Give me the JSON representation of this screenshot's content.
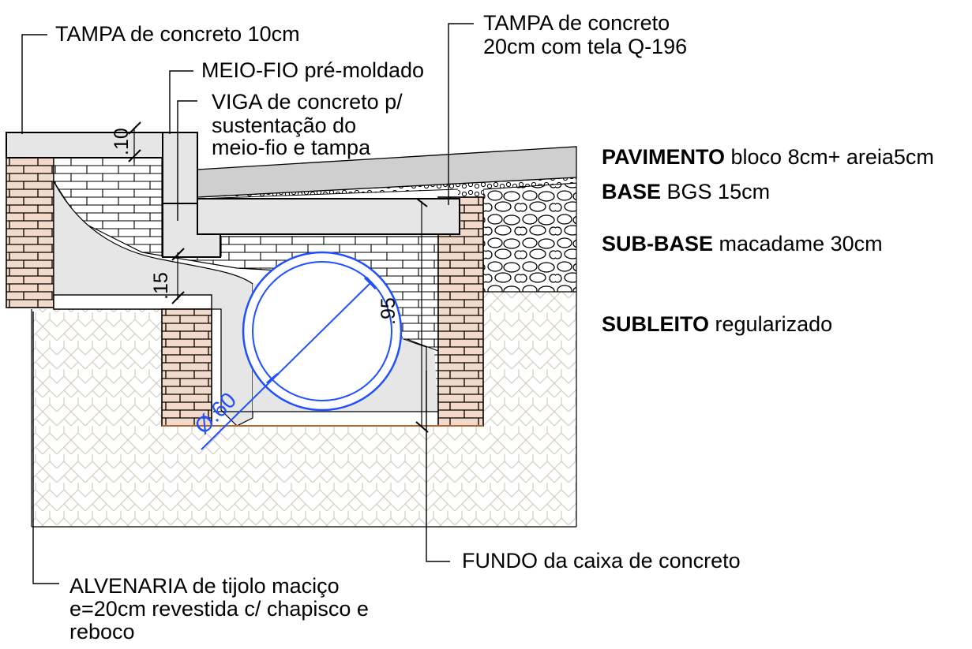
{
  "callouts": {
    "tampa_10": "TAMPA de concreto 10cm",
    "meio_fio": "MEIO-FIO pré-moldado",
    "viga": [
      "VIGA de concreto p/",
      "sustentação do",
      "meio-fio e tampa"
    ],
    "tampa_20": [
      "TAMPA de concreto",
      "20cm com tela Q-196"
    ],
    "fundo": "FUNDO da caixa de concreto",
    "alvenaria": [
      "ALVENARIA de tijolo maciço",
      "e=20cm revestida c/ chapisco e",
      "reboco"
    ]
  },
  "layers": {
    "pavimento": {
      "name": "PAVIMENTO",
      "desc": "bloco 8cm+ areia5cm"
    },
    "base": {
      "name": "BASE",
      "desc": "BGS 15cm"
    },
    "subbase": {
      "name": "SUB-BASE",
      "desc": "macadame 30cm"
    },
    "subleito": {
      "name": "SUBLEITO",
      "desc": "regularizado"
    }
  },
  "dimensions": {
    "tampa_thickness": ".10",
    "step_height": ".15",
    "box_depth": ".95",
    "pipe_diameter": "Ø.60"
  },
  "colors": {
    "brick": "#f2d9c9",
    "concrete": "#e6e6e6",
    "pavement": "#cfcfcf",
    "soil_lines": "#d8d0c4",
    "pipe": "#1f4fff",
    "bed_line": "#b06a30"
  }
}
